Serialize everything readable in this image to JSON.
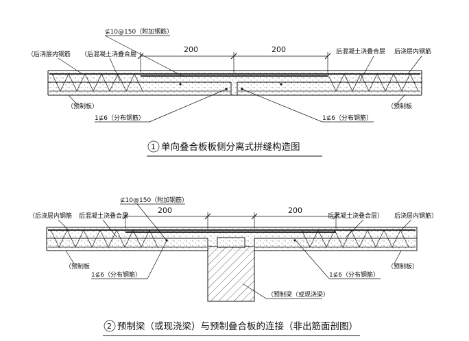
{
  "diagram1": {
    "top_rebar": "⊈10@150（附加钢筋）",
    "dim_left": "200",
    "dim_right": "200",
    "label_left_outer": "（后浇层内钢筋",
    "label_left_inner": "（后混凝土浇叠合层",
    "label_right_inner": "后混凝土浇叠合层",
    "label_right_outer": "后浇层内钢筋",
    "label_precast_left": "（预制板）",
    "label_precast_right": "（预制板",
    "label_dist_left": "1⊈6（分布钢筋）",
    "label_dist_right": "1⊈6（分布钢筋）",
    "caption_num": "1",
    "caption": "单向叠合板板侧分离式拼缝构造图"
  },
  "diagram2": {
    "top_rebar": "⊈10@150（附加钢筋）",
    "dim_left": "200",
    "dim_right": "200",
    "label_left_outer": "（后浇层内钢筋",
    "label_left_inner": "后混凝土浇叠合层",
    "label_right_inner": "后混凝土浇叠合层）",
    "label_right_outer": "后浇层内钢筋）",
    "label_precast_left": "（预制板",
    "label_precast_right": "（预制板）",
    "label_dist_left": "1⊈6（分布钢筋）",
    "label_dist_right": "1⊈6（分布钢筋）",
    "label_beam": "（预制梁（或现浇梁）",
    "caption_num": "2",
    "caption": "预制梁（或现浇梁）与预制叠合板的连接（非出筋面剖图）"
  }
}
